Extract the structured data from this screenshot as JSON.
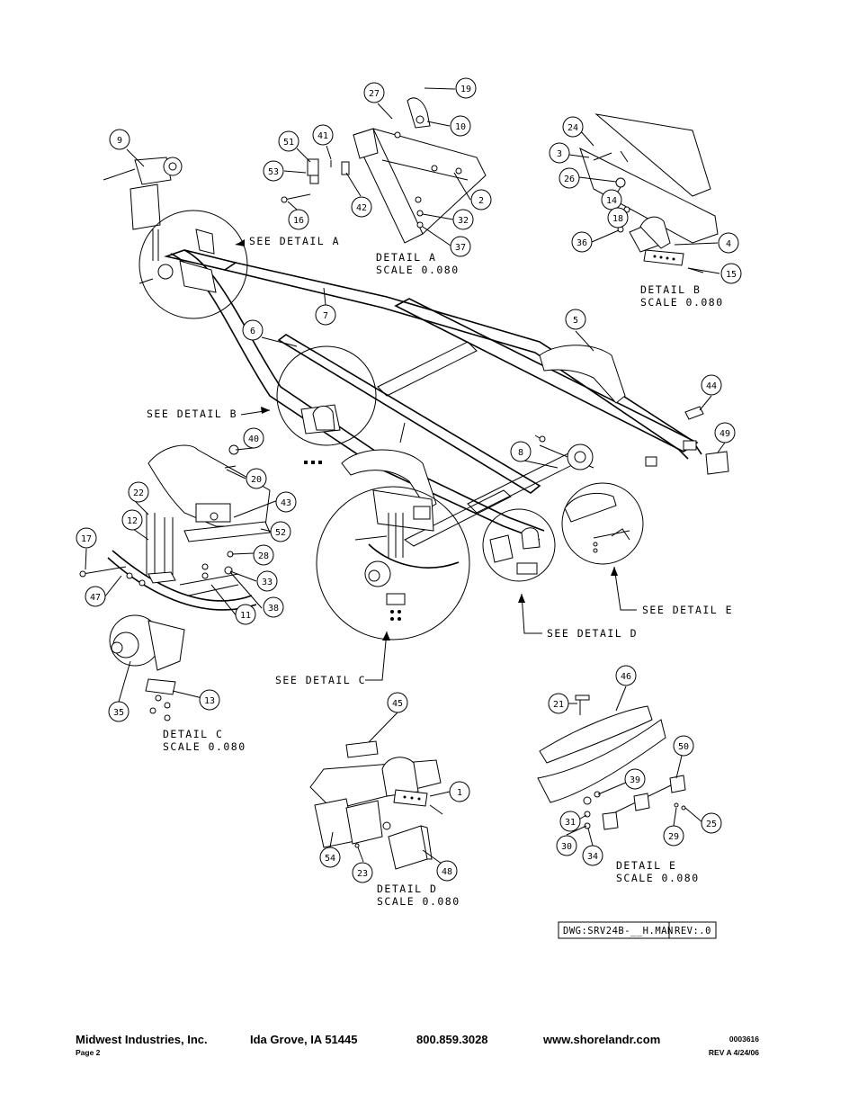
{
  "labels": {
    "see_detail_a": "SEE DETAIL A",
    "detail_a": "DETAIL A",
    "scale_a": "SCALE 0.080",
    "detail_b": "DETAIL B",
    "scale_b": "SCALE 0.080",
    "see_detail_b": "SEE DETAIL B",
    "detail_c": "DETAIL C",
    "scale_c": "SCALE 0.080",
    "see_detail_c": "SEE DETAIL C",
    "see_detail_d": "SEE DETAIL D",
    "see_detail_e": "SEE DETAIL E",
    "detail_d": "DETAIL D",
    "scale_d": "SCALE 0.080",
    "detail_e": "DETAIL E",
    "scale_e": "SCALE 0.080"
  },
  "callouts": [
    "1",
    "2",
    "3",
    "4",
    "5",
    "6",
    "7",
    "8",
    "9",
    "10",
    "11",
    "12",
    "13",
    "14",
    "15",
    "16",
    "17",
    "18",
    "19",
    "20",
    "21",
    "22",
    "23",
    "24",
    "25",
    "26",
    "27",
    "28",
    "29",
    "30",
    "31",
    "32",
    "33",
    "34",
    "35",
    "36",
    "37",
    "38",
    "39",
    "40",
    "41",
    "42",
    "43",
    "44",
    "45",
    "46",
    "47",
    "48",
    "49",
    "50",
    "51",
    "52",
    "53",
    "54"
  ],
  "title_block": {
    "dwg": "DWG:SRV24B-__H.MAN",
    "rev": "REV:.0"
  },
  "footer": {
    "company": "Midwest Industries, Inc.",
    "page": "Page 2",
    "location": "Ida Grove, IA  51445",
    "phone": "800.859.3028",
    "website": "www.shorelandr.com",
    "doc_number": "0003616",
    "revision": "REV A  4/24/06"
  }
}
